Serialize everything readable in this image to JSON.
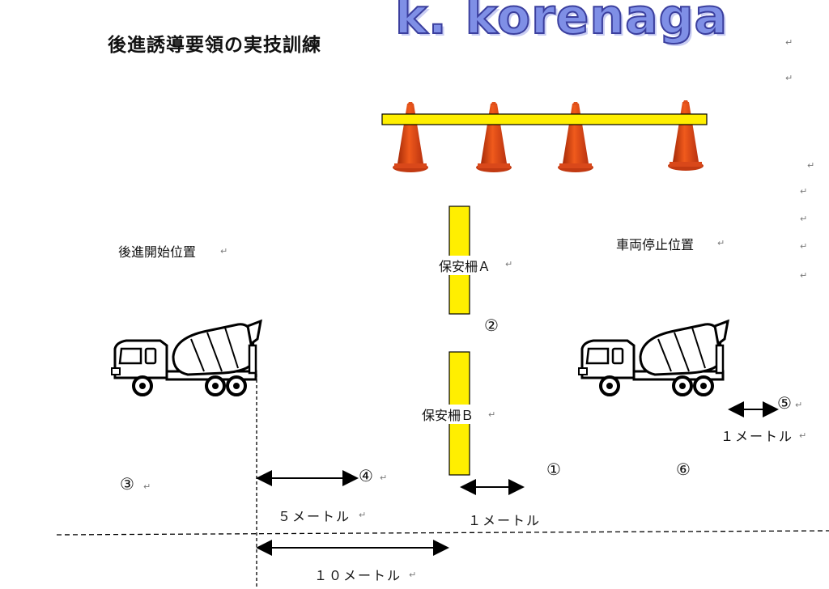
{
  "header": {
    "title": "後進誘導要領の実技訓練",
    "brand": "k. korenaga"
  },
  "labels": {
    "start_position": "後進開始位置",
    "stop_position": "車両停止位置",
    "barrier_a": "保安柵Ａ",
    "barrier_b": "保安柵Ｂ"
  },
  "markers": [
    "①",
    "②",
    "③",
    "④",
    "⑤",
    "⑥"
  ],
  "distances": {
    "d_1m_center": "１メートル",
    "d_1m_right": "１メートル",
    "d_5m": "５メートル",
    "d_10m": "１０メートル"
  },
  "paragraph_mark": "↵",
  "colors": {
    "barrier_yellow": "#ffef00",
    "cone_orange": "#e84a14",
    "brand_blue": "#7f8fe6"
  }
}
